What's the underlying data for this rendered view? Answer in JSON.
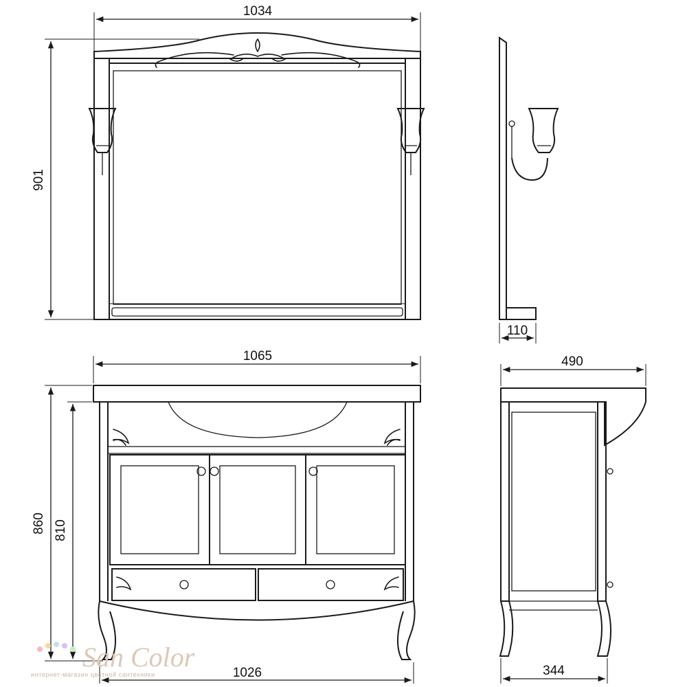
{
  "dimensions": {
    "mirror_width": "1034",
    "mirror_height": "901",
    "mirror_depth": "110",
    "vanity_top_width": "1065",
    "vanity_top_depth": "490",
    "vanity_height": "860",
    "vanity_cabinet_height": "810",
    "vanity_base_width": "1026",
    "vanity_base_depth": "344"
  },
  "watermark": {
    "brand": "San Color",
    "tagline": "интернет-магазин цветной сантехники",
    "dot_colors": [
      "#f3b8c6",
      "#f6d89a",
      "#bfe0f4",
      "#d9c3ee",
      "#c9ecc4"
    ]
  }
}
